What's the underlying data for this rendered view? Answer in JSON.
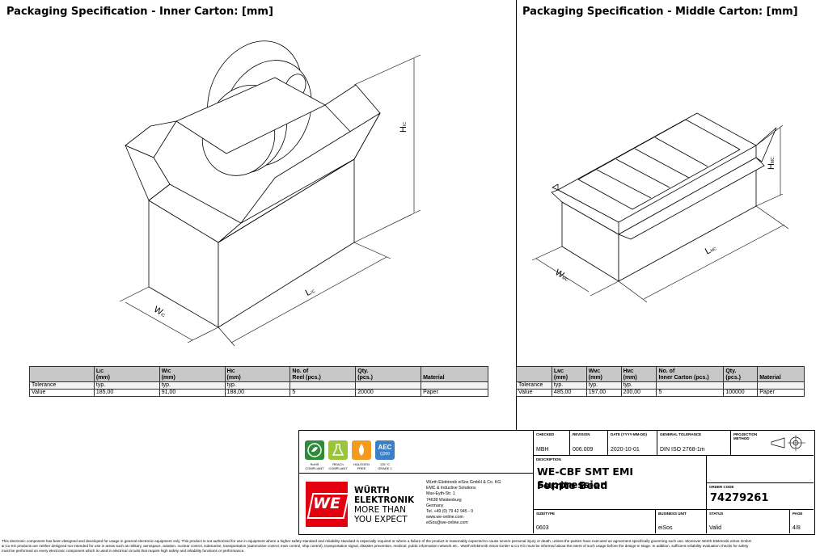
{
  "left": {
    "title": "Packaging Specification - Inner Carton: [mm]",
    "dims": {
      "h_main": "H",
      "h_sub": "IC",
      "w_main": "W",
      "w_sub": "IC",
      "l_main": "L",
      "l_sub": "IC"
    },
    "table": {
      "headers": [
        {
          "main": "L",
          "sub": "IC",
          "unit": "(mm)"
        },
        {
          "main": "W",
          "sub": "IC",
          "unit": "(mm)"
        },
        {
          "main": "H",
          "sub": "IC",
          "unit": "(mm)"
        },
        {
          "main": "No. of",
          "sub": "",
          "unit": "Reel (pcs.)"
        },
        {
          "main": "Qty.",
          "sub": "",
          "unit": "(pcs.)"
        },
        {
          "main": "Material",
          "sub": "",
          "unit": ""
        }
      ],
      "rows": [
        [
          "Tolerance",
          "typ.",
          "typ.",
          "typ.",
          "",
          "",
          ""
        ],
        [
          "Value",
          "185,00",
          "91,00",
          "188,00",
          "5",
          "20000",
          "Paper"
        ]
      ]
    }
  },
  "right": {
    "title": "Packaging Specification - Middle Carton: [mm]",
    "dims": {
      "h_main": "H",
      "h_sub": "MC",
      "w_main": "W",
      "w_sub": "MC",
      "l_main": "L",
      "l_sub": "MC"
    },
    "table": {
      "headers": [
        {
          "main": "L",
          "sub": "MC",
          "unit": "(mm)"
        },
        {
          "main": "W",
          "sub": "MC",
          "unit": "(mm)"
        },
        {
          "main": "H",
          "sub": "MC",
          "unit": "(mm)"
        },
        {
          "main": "No. of",
          "sub": "",
          "unit": "Inner Carton (pcs.)"
        },
        {
          "main": "Qty.",
          "sub": "",
          "unit": "(pcs.)"
        },
        {
          "main": "Material",
          "sub": "",
          "unit": ""
        }
      ],
      "rows": [
        [
          "Tolerance",
          "typ.",
          "typ.",
          "typ.",
          "",
          "",
          ""
        ],
        [
          "Value",
          "485,00",
          "197,00",
          "200,00",
          "5",
          "100000",
          "Paper"
        ]
      ]
    }
  },
  "badges": [
    {
      "label": "RoHS\nCOMPLIANT",
      "color": "#2e8b3a",
      "icon": "rohs-leaf-icon"
    },
    {
      "label": "REACh\nCOMPLIANT",
      "color": "#9ac43c",
      "icon": "reach-flask-icon"
    },
    {
      "label": "HALOGEN\nFREE",
      "color": "#f39a1f",
      "icon": "halogen-drop-icon"
    },
    {
      "label": "125 °C\nGRADE 1",
      "color": "#3a7fc8",
      "icon": "aec-q200-icon",
      "text": "AEC",
      "subtext": "Q200"
    }
  ],
  "company": {
    "line1": "WÜRTH",
    "line2": "ELEKTRONIK",
    "line3": "MORE THAN",
    "line4": "YOU EXPECT",
    "logo_text": "WE",
    "brand_color": "#e3000f",
    "address": [
      "Würth Elektronik eiSos GmbH & Co. KG",
      "EMC & Inductive Solutions",
      "Max-Eyth-Str. 1",
      "74638 Waldenburg",
      "Germany",
      "Tel. +49 (0) 79 42 945 - 0",
      "www.we-online.com",
      "eiSos@we-online.com"
    ]
  },
  "title_block": {
    "checked": {
      "label": "CHECKED",
      "value": "MBH"
    },
    "revision": {
      "label": "REVISION",
      "value": "006.009"
    },
    "date": {
      "label": "DATE (YYYY-MM-DD)",
      "value": "2020-10-01"
    },
    "tolerance": {
      "label": "GENERAL TOLERANCE",
      "value": "DIN ISO 2768-1m"
    },
    "projection": {
      "label": "PROJECTION\nMETHOD"
    },
    "description": {
      "label": "DESCRIPTION",
      "line1": "WE-CBF SMT EMI Suppression",
      "line2": "Ferrite Bead"
    },
    "order_code": {
      "label": "ORDER CODE",
      "value": "74279261"
    },
    "size": {
      "label": "SIZE/TYPE",
      "value": "0603"
    },
    "business_unit": {
      "label": "BUSINESS UNIT",
      "value": "eiSos"
    },
    "status": {
      "label": "STATUS",
      "value": "Valid"
    },
    "page": {
      "label": "PAGE",
      "value": "4/8"
    }
  },
  "footer": [
    "This electronic component has been designed and developed for usage in general electronic equipment only. This product is not authorized for use in equipment where a higher safety standard and reliability standard is especially required or where a failure of the product is reasonably expected to cause severe personal injury or death, unless the parties have executed an agreement specifically governing such use. Moreover Würth Elektronik eiSos GmbH",
    "& Co KG products are neither designed nor intended for use in areas such as military, aerospace, aviation, nuclear control, submarine, transportation (automotive control, train control, ship control), transportation signal, disaster prevention, medical, public information network etc.. Würth Elektronik eiSos GmbH & Co KG must be informed about the intent of such usage before the design-in stage. In addition, sufficient reliability evaluation checks for safety",
    "must be performed on every electronic component which is used in electrical circuits that require high safety and reliability functions or performance."
  ]
}
